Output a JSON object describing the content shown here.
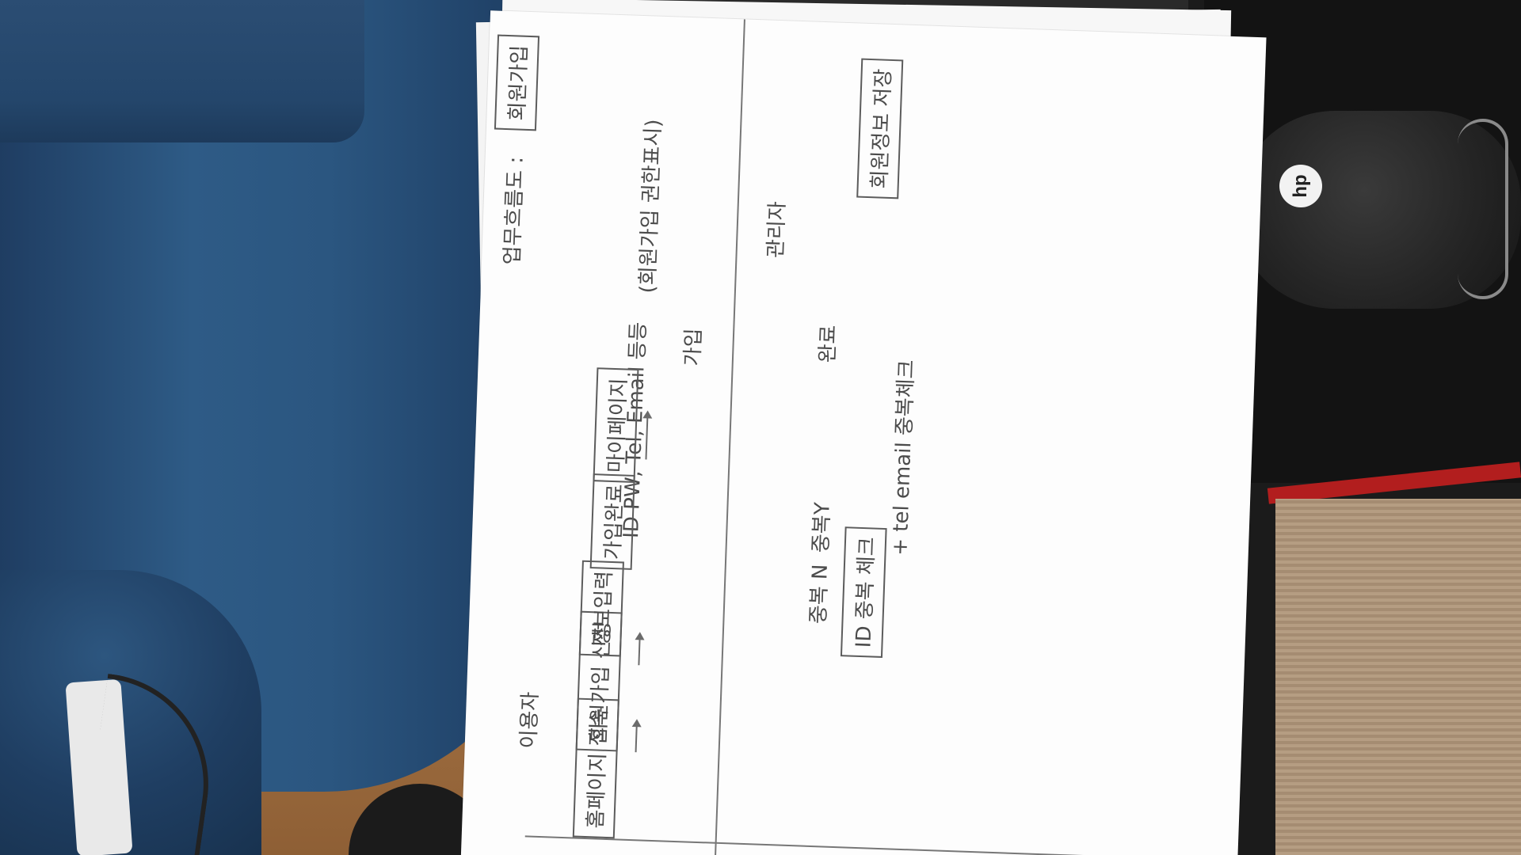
{
  "photo": {
    "doc": {
      "title": "업무흐름도 :",
      "title_box": "회원가입",
      "lanes": {
        "user": "이용자",
        "admin": "관리자"
      },
      "flow_left": [
        "홈페이지 접속",
        "회원가입 신청",
        "정보입력",
        "가입완료",
        "마이페이지"
      ],
      "notes_left": [
        "ID PW, Tel, Email 등등",
        "(회원가입 권한표시)",
        "가입"
      ],
      "flow_right": [
        "ID 중복 체크",
        "+ tel email 중복체크",
        "회원정보 저장"
      ],
      "labels_right": [
        "중복 N",
        "중복Y",
        "완료"
      ]
    },
    "objects": {
      "mouse_brand": "hp"
    }
  }
}
